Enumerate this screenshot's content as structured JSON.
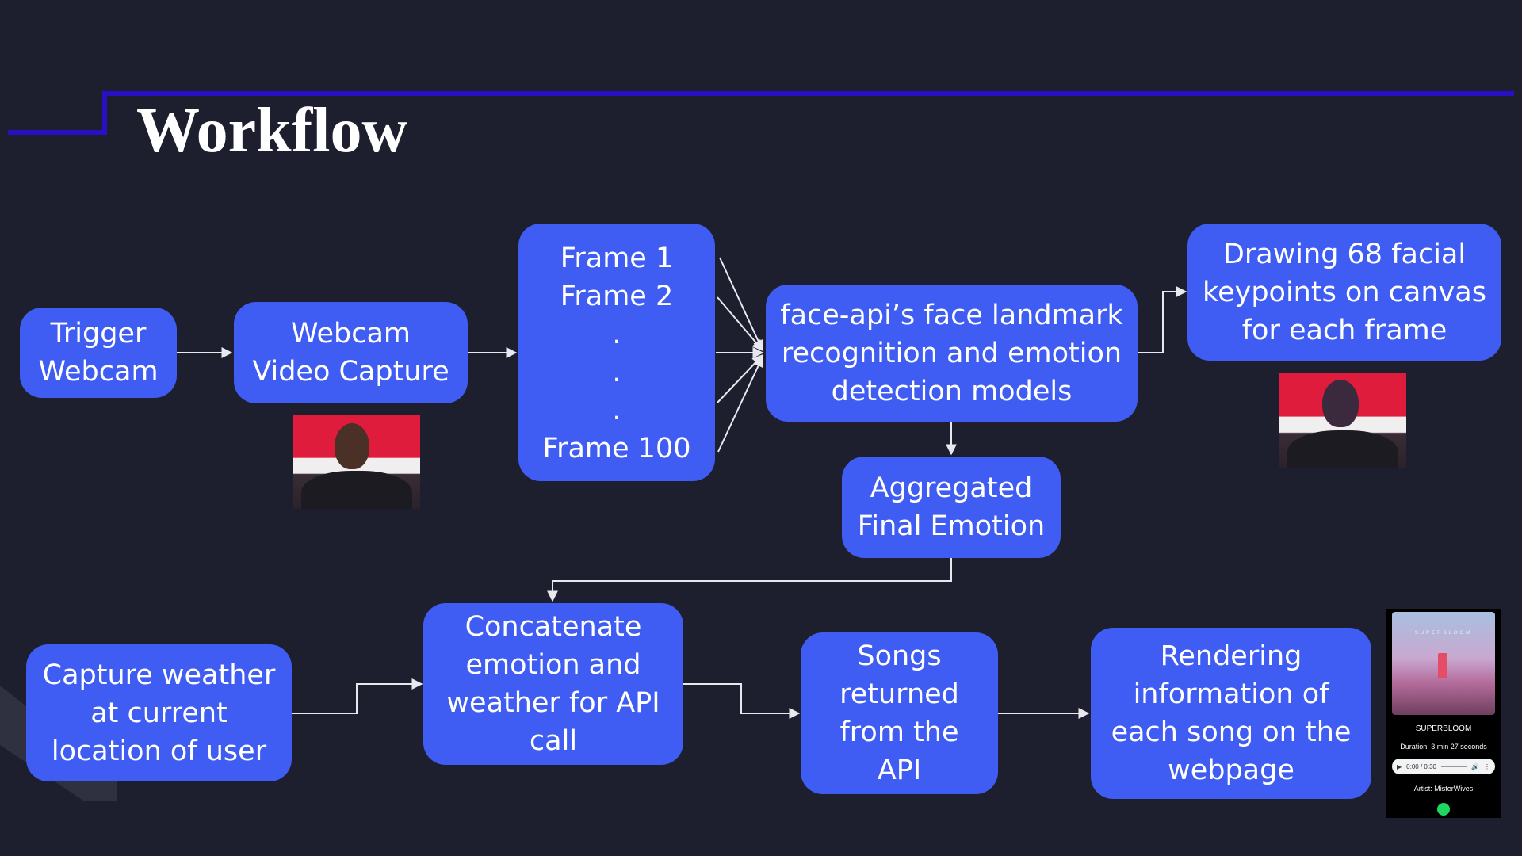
{
  "title": "Workflow",
  "colors": {
    "background": "#1e1f2e",
    "box": "#3f5cf3",
    "accent_line": "#2a0fc4",
    "connector": "#e8e8ee"
  },
  "nodes": {
    "trigger": [
      "Trigger",
      "Webcam"
    ],
    "capture": [
      "Webcam",
      "Video Capture"
    ],
    "frames": [
      "Frame 1",
      "Frame 2",
      ".",
      ".",
      ".",
      "Frame 100"
    ],
    "faceapi": [
      "face-api’s face landmark",
      "recognition and emotion",
      "detection models"
    ],
    "drawing": [
      "Drawing 68 facial",
      "keypoints on canvas",
      "for each frame"
    ],
    "aggregated": [
      "Aggregated",
      "Final Emotion"
    ],
    "weather": [
      "Capture weather",
      "at current",
      "location of user"
    ],
    "concat": [
      "Concatenate",
      "emotion and",
      "weather for API",
      "call"
    ],
    "songs": [
      "Songs",
      "returned",
      "from the",
      "API"
    ],
    "rendering": [
      "Rendering",
      "information of",
      "each song on the",
      "webpage"
    ]
  },
  "song_card": {
    "album_title": "SUPERBLOOM",
    "title": "SUPERBLOOM",
    "duration": "Duration: 3 min 27 seconds",
    "player_time": "0:00 / 0:30",
    "artist": "Artist: MisterWives"
  }
}
